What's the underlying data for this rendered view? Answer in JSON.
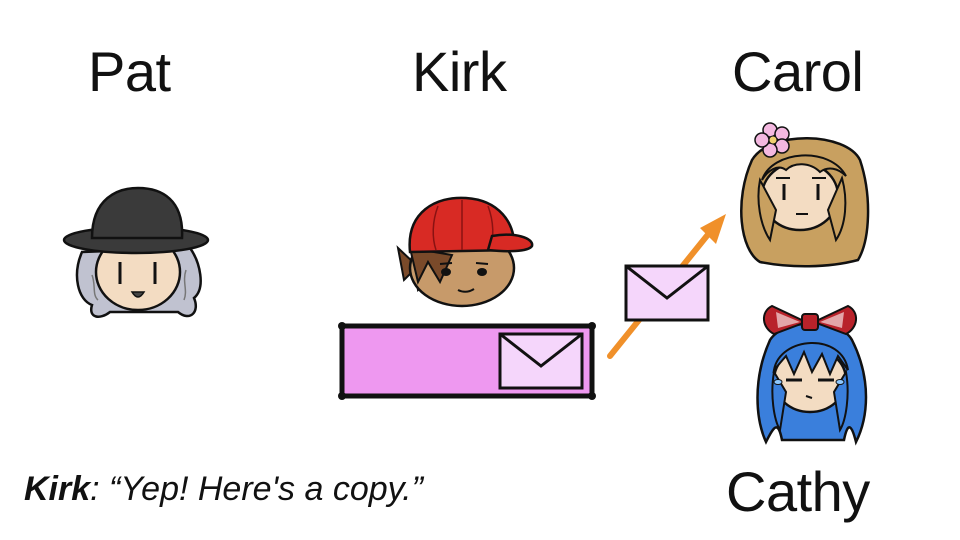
{
  "people": {
    "pat": {
      "name": "Pat"
    },
    "kirk": {
      "name": "Kirk"
    },
    "carol": {
      "name": "Carol"
    },
    "cathy": {
      "name": "Cathy"
    }
  },
  "caption": {
    "speaker": "Kirk",
    "separator": ":",
    "quote": " “Yep! Here's a copy.”"
  },
  "colors": {
    "queue_fill": "#ee98f0",
    "envelope_fill": "#f5d6fb",
    "arrow": "#f0902a",
    "pat_hat": "#3a3a3a",
    "pat_hair": "#c0c2d0",
    "kirk_cap": "#d82a24",
    "kirk_skin": "#c79a6a",
    "kirk_hair": "#7a4a2a",
    "carol_hair": "#c8a060",
    "carol_flower": "#f4b8e0",
    "cathy_hair": "#3a7fdc",
    "cathy_bow": "#b8222a",
    "skin_light": "#f3dcc2"
  },
  "icons": [
    "envelope-icon",
    "arrow-icon",
    "message-queue",
    "flower-icon",
    "ribbon-icon"
  ]
}
